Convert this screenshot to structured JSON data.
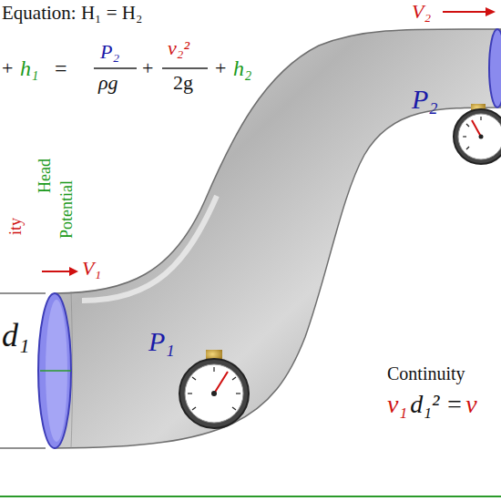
{
  "diagram": {
    "labels": [
      "Equation: H₁ = H₂",
      "+",
      "h₁",
      "=",
      "P₂",
      "ρg",
      "+",
      "v₂²",
      "2g",
      "+",
      "h₂",
      "Potential",
      "Head",
      "ity",
      "V₁",
      "d₁",
      "P₁",
      "V₂",
      "P₂",
      "Continuity",
      "v₁",
      "d₁² =",
      "v"
    ]
  }
}
